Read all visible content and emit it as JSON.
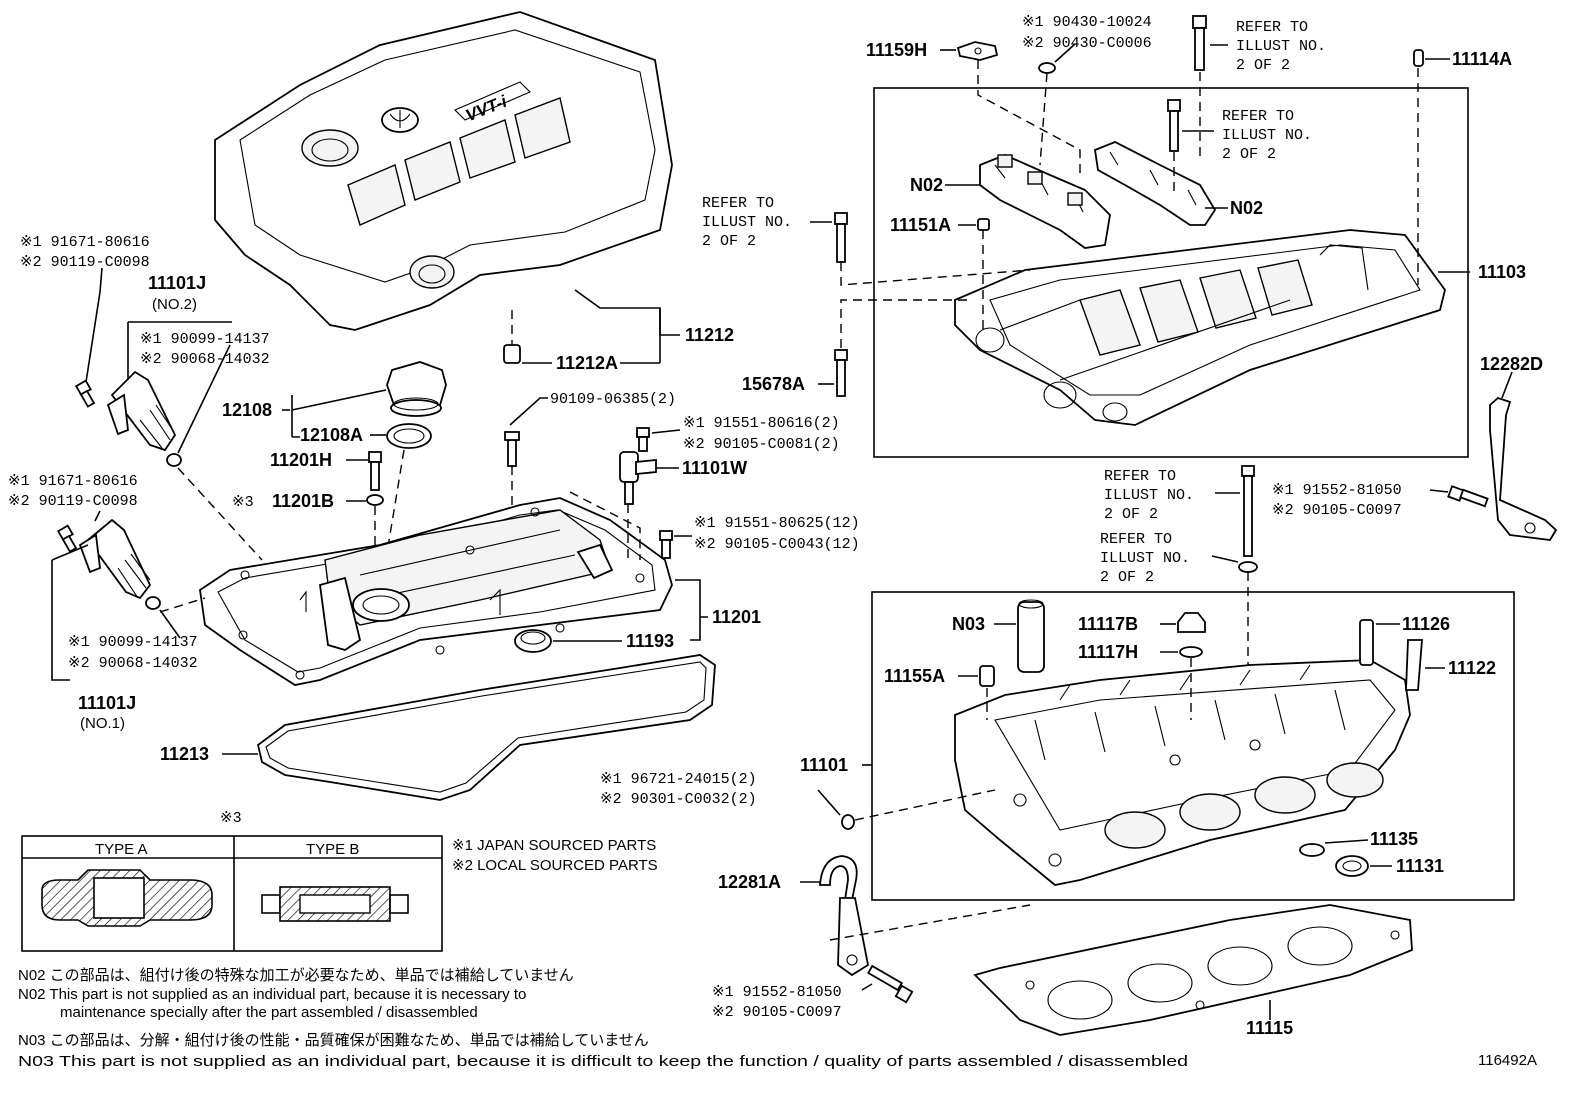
{
  "diagram_id": "116492A",
  "logo": "VVT-i",
  "part_labels": {
    "p11212": "11212",
    "p11212A": "11212A",
    "p12108": "12108",
    "p12108A": "12108A",
    "p11201H": "11201H",
    "p11201B": "11201B",
    "p11201B_mark": "※3",
    "p11201": "11201",
    "p11193": "11193",
    "p11213": "11213",
    "p11101W": "11101W",
    "p11101J_1": "11101J",
    "p11101J_1_sub": "(NO.1)",
    "p11101J_2": "11101J",
    "p11101J_2_sub": "(NO.2)",
    "p11159H": "11159H",
    "p11114A": "11114A",
    "pN02a": "N02",
    "pN02b": "N02",
    "p11151A": "11151A",
    "p11103": "11103",
    "p15678A": "15678A",
    "p12282D": "12282D",
    "pN03": "N03",
    "p11117B": "11117B",
    "p11117H": "11117H",
    "p11126": "11126",
    "p11122": "11122",
    "p11155A": "11155A",
    "p11101": "11101",
    "p11135": "11135",
    "p11131": "11131",
    "p12281A": "12281A",
    "p11115": "11115"
  },
  "small_labels": {
    "bolt_a_1": "※1 91671-80616",
    "bolt_a_2": "※2 90119-C0098",
    "oring_a_1": "※1 90099-14137",
    "oring_a_2": "※2 90068-14032",
    "bolt_b_1": "※1 91671-80616",
    "bolt_b_2": "※2 90119-C0098",
    "oring_b_1": "※1 90099-14137",
    "oring_b_2": "※2 90068-14032",
    "stud": "90109-06385(2)",
    "bolt_w_1": "※1 91551-80616(2)",
    "bolt_w_2": "※2 90105-C0081(2)",
    "bolt_c_1": "※1 91551-80625(12)",
    "bolt_c_2": "※2 90105-C0043(12)",
    "h_1": "※1 90430-10024",
    "h_2": "※2 90430-C0006",
    "hook_d_1": "※1 91552-81050",
    "hook_d_2": "※2 90105-C0097",
    "plug_1": "※1 96721-24015(2)",
    "plug_2": "※2 90301-C0032(2)",
    "hook_a_1": "※1 91552-81050",
    "hook_a_2": "※2 90105-C0097"
  },
  "refer": {
    "r1_line1": "REFER TO",
    "r1_line2": "ILLUST NO.",
    "r1_line3": "2 OF 2",
    "r2_line1": "REFER TO",
    "r2_line2": "ILLUST NO.",
    "r2_line3": "2 OF 2",
    "r3_line1": "REFER TO",
    "r3_line2": "ILLUST NO.",
    "r3_line3": "2 OF 2",
    "r4_line1": "REFER TO",
    "r4_line2": "ILLUST NO.",
    "r4_line3": "2 OF 2",
    "r5_line1": "REFER TO",
    "r5_line2": "ILLUST NO.",
    "r5_line3": "2 OF 2"
  },
  "type_table": {
    "mark": "※3",
    "type_a": "TYPE A",
    "type_b": "TYPE B"
  },
  "source_legend": {
    "line1": "※1 JAPAN SOURCED PARTS",
    "line2": "※2 LOCAL SOURCED PARTS"
  },
  "notes": {
    "n02_jp": "N02  この部品は、組付け後の特殊な加工が必要なため、単品では補給していません",
    "n02_en_1": "N02  This part is not supplied as an individual part, because it is necessary to",
    "n02_en_2": "maintenance specially after the part assembled / disassembled",
    "n03_jp": "N03  この部品は、分解・組付け後の性能・品質確保が困難なため、単品では補給していません",
    "n03_en": "N03  This part is not supplied as an individual part, because it is difficult to keep the function / quality of parts  assembled / disassembled"
  }
}
